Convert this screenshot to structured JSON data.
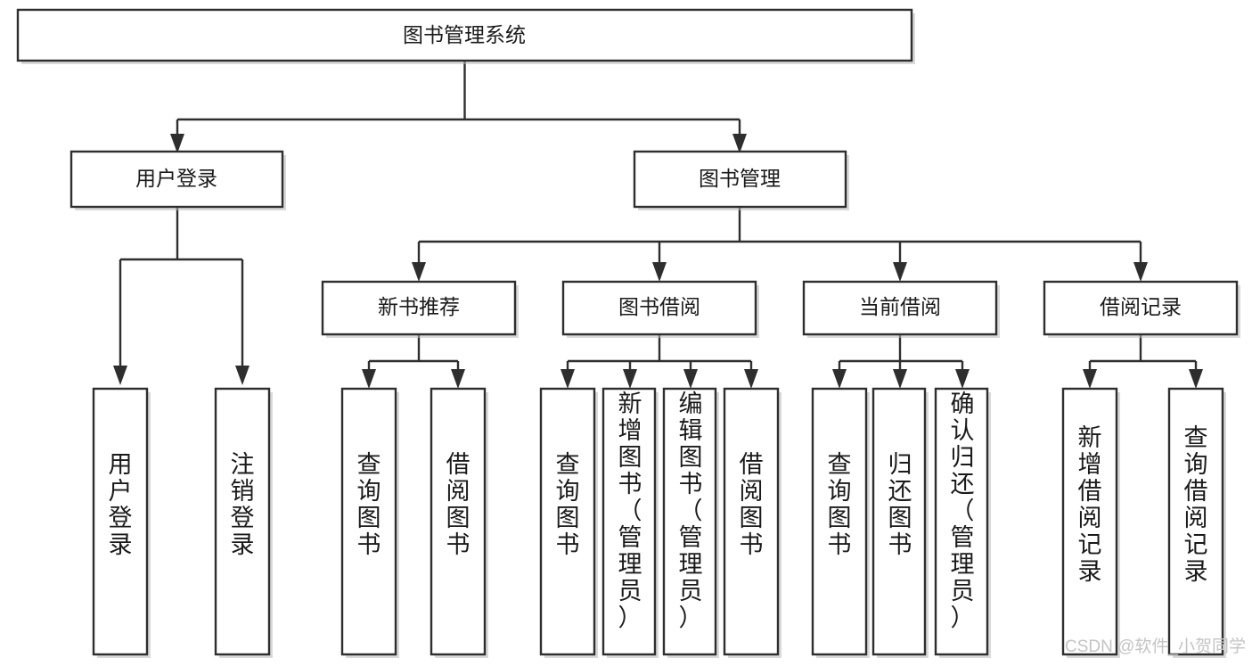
{
  "diagram": {
    "title": "图书管理系统",
    "type": "hierarchy-tree",
    "levels": {
      "root": {
        "label": "图书管理系统"
      },
      "level2": [
        {
          "id": "user-login",
          "label": "用户登录"
        },
        {
          "id": "book-management",
          "label": "图书管理"
        }
      ],
      "level3": [
        {
          "id": "new-book-recommend",
          "label": "新书推荐",
          "parent": "book-management"
        },
        {
          "id": "book-borrow",
          "label": "图书借阅",
          "parent": "book-management"
        },
        {
          "id": "current-borrow",
          "label": "当前借阅",
          "parent": "book-management"
        },
        {
          "id": "borrow-record",
          "label": "借阅记录",
          "parent": "book-management"
        }
      ],
      "leaves": [
        {
          "id": "leaf-user-login",
          "label": "用户登录",
          "parent": "user-login"
        },
        {
          "id": "leaf-logout",
          "label": "注销登录",
          "parent": "user-login"
        },
        {
          "id": "leaf-query-book-1",
          "label": "查询图书",
          "parent": "new-book-recommend"
        },
        {
          "id": "leaf-borrow-book-1",
          "label": "借阅图书",
          "parent": "new-book-recommend"
        },
        {
          "id": "leaf-query-book-2",
          "label": "查询图书",
          "parent": "book-borrow"
        },
        {
          "id": "leaf-add-book",
          "label": "新增图书（管理员）",
          "parent": "book-borrow"
        },
        {
          "id": "leaf-edit-book",
          "label": "编辑图书（管理员）",
          "parent": "book-borrow"
        },
        {
          "id": "leaf-borrow-book-2",
          "label": "借阅图书",
          "parent": "book-borrow"
        },
        {
          "id": "leaf-query-book-3",
          "label": "查询图书",
          "parent": "current-borrow"
        },
        {
          "id": "leaf-return-book",
          "label": "归还图书",
          "parent": "current-borrow"
        },
        {
          "id": "leaf-confirm-return",
          "label": "确认归还（管理员）",
          "parent": "current-borrow"
        },
        {
          "id": "leaf-add-record",
          "label": "新增借阅记录",
          "parent": "borrow-record"
        },
        {
          "id": "leaf-query-record",
          "label": "查询借阅记录",
          "parent": "borrow-record"
        }
      ]
    },
    "colors": {
      "box_stroke": "#2e2e2e",
      "box_fill": "#ffffff",
      "text": "#1a1a1a",
      "connector": "#2e2e2e",
      "watermark": "#c4c4c4"
    }
  },
  "watermark": {
    "label": "CSDN @软件_小贺同学"
  }
}
